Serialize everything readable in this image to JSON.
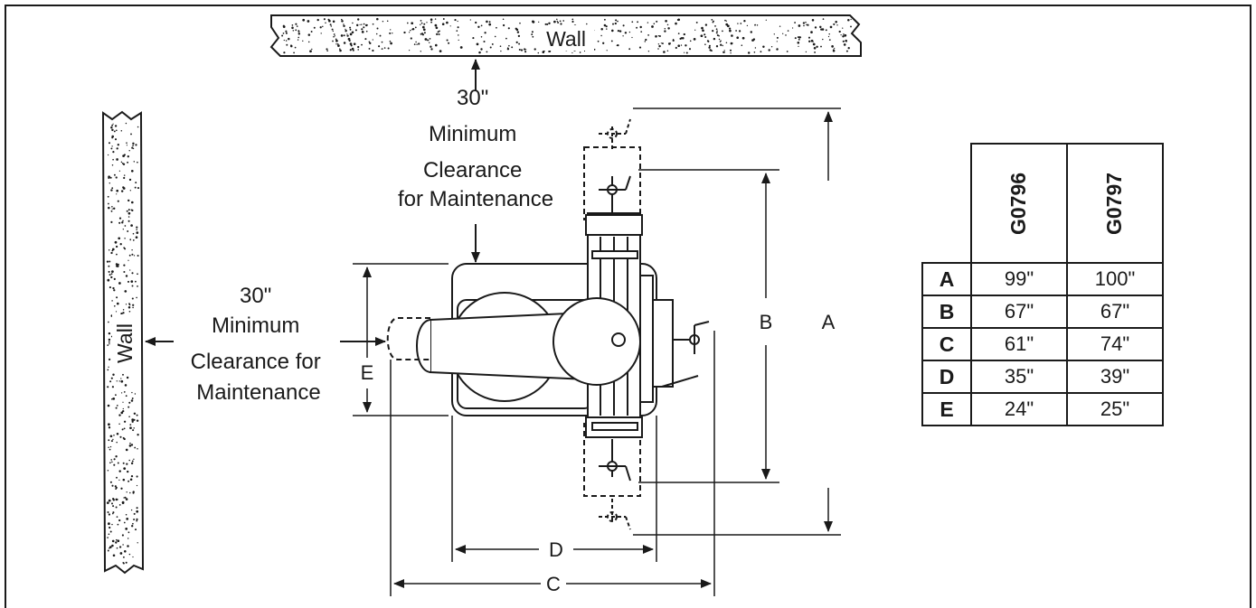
{
  "labels": {
    "top_wall": "Wall",
    "left_wall": "Wall",
    "top_clearance": [
      "30\"",
      "Minimum",
      "Clearance",
      "for Maintenance"
    ],
    "left_clearance": [
      "30\"",
      "Minimum",
      "Clearance for",
      "Maintenance"
    ],
    "dim_a": "A",
    "dim_b": "B",
    "dim_c": "C",
    "dim_d": "D",
    "dim_e": "E"
  },
  "table": {
    "models": [
      "G0796",
      "G0797"
    ],
    "rows": [
      {
        "label": "A",
        "values": [
          "99\"",
          "100\""
        ]
      },
      {
        "label": "B",
        "values": [
          "67\"",
          "67\""
        ]
      },
      {
        "label": "C",
        "values": [
          "61\"",
          "74\""
        ]
      },
      {
        "label": "D",
        "values": [
          "35\"",
          "39\""
        ]
      },
      {
        "label": "E",
        "values": [
          "24\"",
          "25\""
        ]
      }
    ]
  },
  "colors": {
    "ink": "#1a1a1a",
    "background": "#ffffff"
  }
}
